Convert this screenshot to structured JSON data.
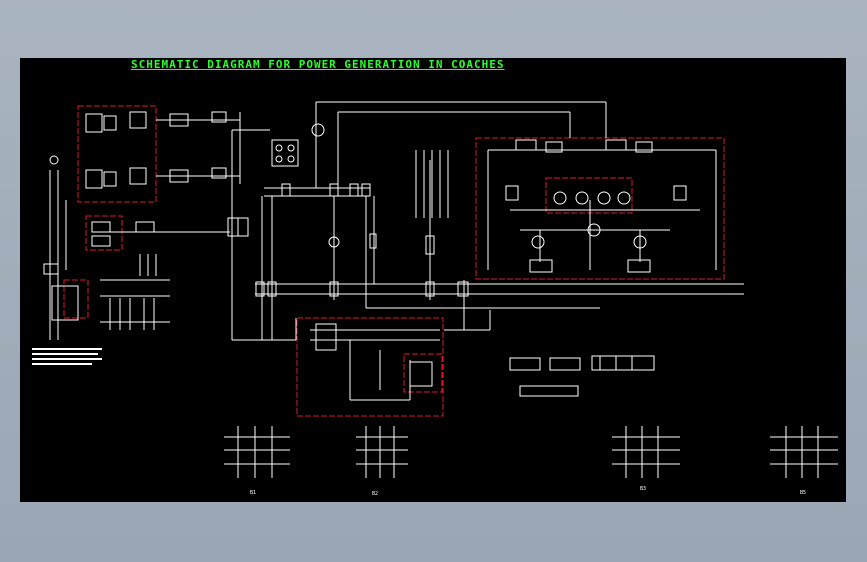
{
  "title": "SCHEMATIC DIAGRAM FOR POWER GENERATION IN COACHES",
  "colors": {
    "background": "#a9b4c0",
    "sheet": "#000000",
    "title": "#2bff2b",
    "wire": "#ffffff",
    "boundary": "#e0192a"
  },
  "grid_labels": [
    "B1",
    "B2",
    "B3",
    "B5"
  ]
}
